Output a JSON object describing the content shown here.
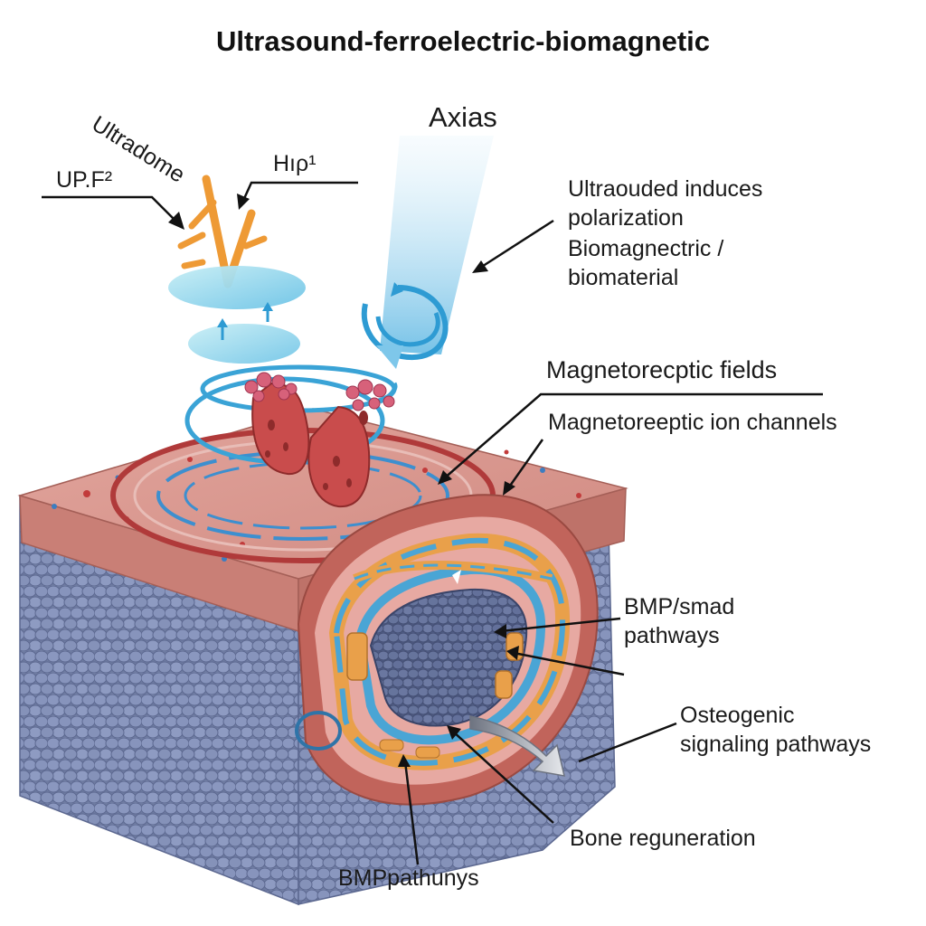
{
  "title": "Ultrasound-ferroelectric-biomagnetic",
  "labels": {
    "ultradome": "Ultradome",
    "upf2": "UP.F²",
    "h_rho1": "Hıρ¹",
    "axias": "Axias",
    "induces": "Ultraouded induces",
    "polarization": "polarization",
    "biomagnectric": "Biomagnectric /",
    "biomaterial": "biomaterial",
    "fields": "Magnetorecptic fields",
    "channels": "Magnetoreeptic ion channels",
    "bmp_smad_1": "BMP/smad",
    "bmp_smad_2": "pathways",
    "osteo_1": "Osteogenic",
    "osteo_2": "signaling pathways",
    "bone_regen": "Bone reguneration",
    "bmp_pathunys": "BMPpathunys"
  },
  "colors": {
    "tissue_top": "#d9958e",
    "tissue_side": "#c97f76",
    "cell_fill": "#7f8db3",
    "field_ring": "#3aa3d6",
    "ultrasound": "#ee9a35",
    "beam": "#a9d8f0",
    "channel_orange": "#e9a04a",
    "channel_blue": "#4aa5d5"
  }
}
